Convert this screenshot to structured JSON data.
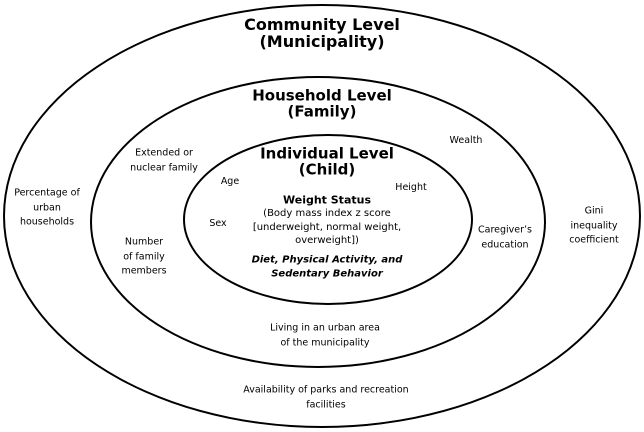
{
  "colors": {
    "background": "#ffffff",
    "stroke": "#000000",
    "text": "#000000"
  },
  "levels": [
    {
      "name": "Community Level",
      "qualifier": "(Municipality)",
      "factors": [
        {
          "id": "urban-households",
          "label": "Percentage of\nurban\nhouseholds"
        },
        {
          "id": "gini-coefficient",
          "label": "Gini inequality\ncoefficient"
        },
        {
          "id": "parks-recreation",
          "label": "Availability of parks and recreation\nfacilities"
        }
      ]
    },
    {
      "name": "Household Level",
      "qualifier": "(Family)",
      "factors": [
        {
          "id": "extended-nuclear-family",
          "label": "Extended or\nnuclear family"
        },
        {
          "id": "wealth",
          "label": "Wealth"
        },
        {
          "id": "family-members",
          "label": "Number\nof family\nmembers"
        },
        {
          "id": "caregiver-education",
          "label": "Caregiver’s\neducation"
        },
        {
          "id": "urban-area-living",
          "label": "Living in an urban area\nof the municipality"
        }
      ]
    },
    {
      "name": "Individual Level",
      "qualifier": "(Child)",
      "factors": [
        {
          "id": "age",
          "label": "Age"
        },
        {
          "id": "height",
          "label": "Height"
        },
        {
          "id": "sex",
          "label": "Sex"
        }
      ],
      "outcome": {
        "title": "Weight Status",
        "detail": "(Body mass index z score\n[underweight, normal weight,\noverweight])",
        "behaviors": "Diet, Physical Activity, and\nSedentary Behavior"
      }
    }
  ]
}
